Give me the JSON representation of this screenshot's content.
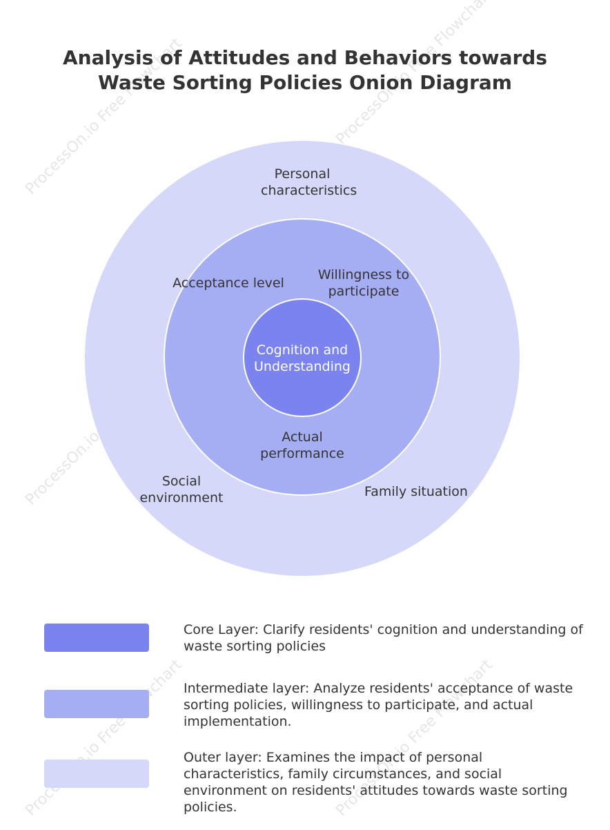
{
  "title": "Analysis of Attitudes and Behaviors towards Waste Sorting Policies Onion Diagram",
  "watermark": "ProcessOn.io Free Flowchart",
  "colors": {
    "core": "#7b84ee",
    "intermediate": "#a6aef3",
    "outer": "#d5d8f9",
    "ring_border": "#ffffff"
  },
  "layers": {
    "core": {
      "label": "Cognition and Understanding"
    },
    "intermediate": {
      "labels": [
        "Acceptance level",
        "Willingness to participate",
        "Actual performance"
      ]
    },
    "outer": {
      "labels": [
        "Personal characteristics",
        "Social environment",
        "Family situation"
      ]
    }
  },
  "legend": [
    {
      "name": "core",
      "text": "Core Layer: Clarify residents' cognition and understanding of waste sorting policies"
    },
    {
      "name": "intermediate",
      "text": "Intermediate layer: Analyze residents' acceptance of waste sorting policies, willingness to participate, and actual implementation."
    },
    {
      "name": "outer",
      "text": "Outer layer: Examines the impact of personal characteristics, family circumstances, and social environment on residents' attitudes towards waste sorting policies."
    }
  ]
}
